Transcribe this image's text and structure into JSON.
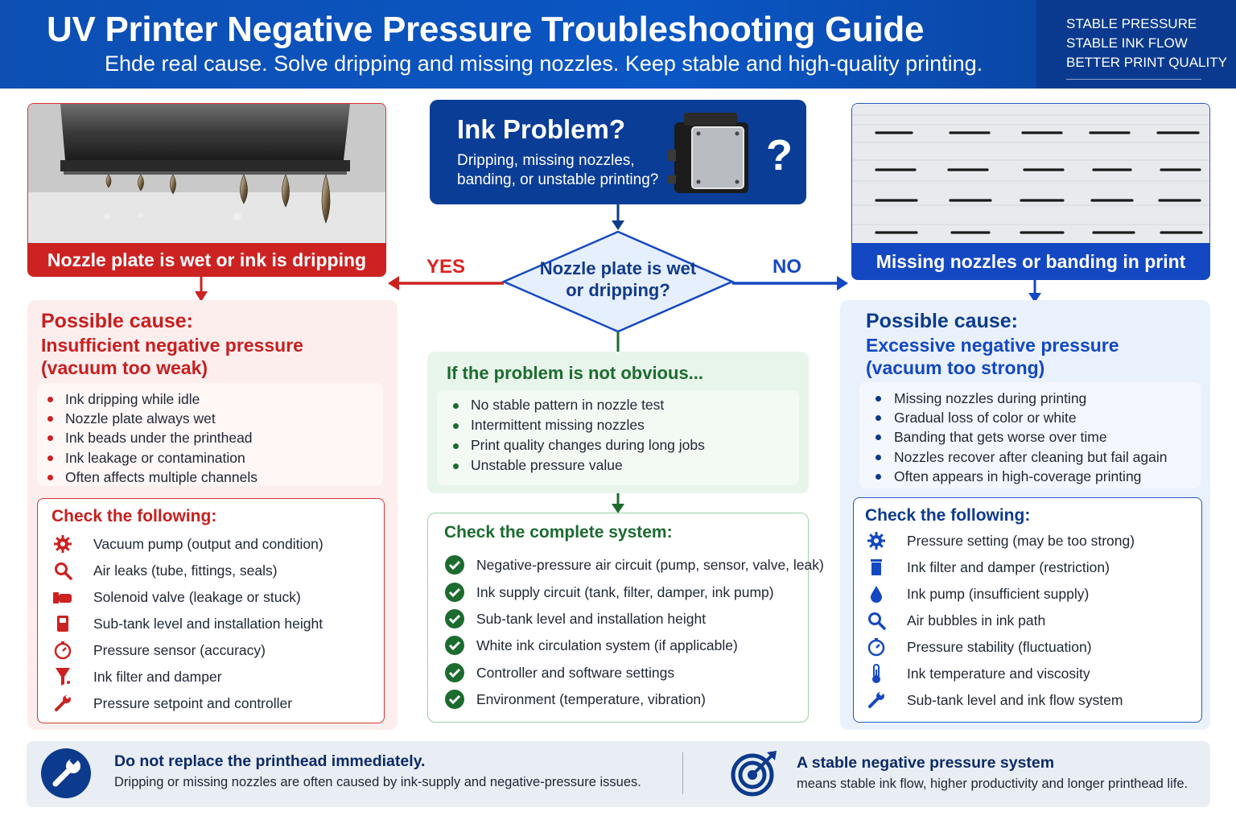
{
  "header": {
    "title": "UV Printer Negative Pressure Troubleshooting Guide",
    "subtitle": "Ehde real cause. Solve dripping and missing nozzles. Keep stable and high-quality printing.",
    "badges": [
      "STABLE PRESSURE",
      "STABLE INK FLOW",
      "BETTER PRINT QUALITY"
    ]
  },
  "problem": {
    "title": "Ink Problem?",
    "text": "Dripping, missing nozzles, banding, or unstable printing?",
    "mark": "?"
  },
  "decision": {
    "question": "Nozzle plate is wet or dripping?",
    "yes": "YES",
    "no": "NO"
  },
  "left": {
    "photo_caption": "Nozzle plate is wet or ink is dripping",
    "cause_heading": "Possible cause:",
    "cause": "Insufficient negative pressure (vacuum too weak)",
    "symptoms": [
      "Ink dripping while idle",
      "Nozzle plate always wet",
      "Ink beads under the printhead",
      "Ink leakage or contamination",
      "Often affects multiple channels"
    ],
    "check_heading": "Check the following:",
    "checks": [
      {
        "icon": "gear-icon",
        "text": "Vacuum pump (output and condition)"
      },
      {
        "icon": "magnifier-icon",
        "text": "Air leaks (tube, fittings, seals)"
      },
      {
        "icon": "valve-icon",
        "text": "Solenoid valve (leakage or stuck)"
      },
      {
        "icon": "tank-icon",
        "text": "Sub-tank level and installation height"
      },
      {
        "icon": "gauge-icon",
        "text": "Pressure sensor (accuracy)"
      },
      {
        "icon": "filter-icon",
        "text": "Ink filter and damper"
      },
      {
        "icon": "wrench-icon",
        "text": "Pressure setpoint and controller"
      }
    ]
  },
  "middle": {
    "not_obvious_heading": "If the problem is not obvious...",
    "not_obvious": [
      "No stable pattern in nozzle test",
      "Intermittent missing nozzles",
      "Print quality changes during long jobs",
      "Unstable pressure value"
    ],
    "complete_heading": "Check the complete system:",
    "complete": [
      "Negative-pressure air circuit (pump, sensor, valve, leak)",
      "Ink supply circuit (tank, filter, damper, ink pump)",
      "Sub-tank level and installation height",
      "White ink circulation system (if applicable)",
      "Controller and software settings",
      "Environment (temperature, vibration)"
    ]
  },
  "right": {
    "photo_caption": "Missing nozzles or banding in print",
    "cause_heading": "Possible cause:",
    "cause": "Excessive negative pressure (vacuum too strong)",
    "symptoms": [
      "Missing nozzles during printing",
      "Gradual loss of color or white",
      "Banding that gets worse over time",
      "Nozzles recover after cleaning but fail again",
      "Often appears in high-coverage printing"
    ],
    "check_heading": "Check the following:",
    "checks": [
      {
        "icon": "gear-icon",
        "text": "Pressure setting (may be too strong)"
      },
      {
        "icon": "filter-icon",
        "text": "Ink filter and damper (restriction)"
      },
      {
        "icon": "drop-icon",
        "text": "Ink pump (insufficient supply)"
      },
      {
        "icon": "magnifier-icon",
        "text": "Air bubbles in ink path"
      },
      {
        "icon": "gauge-icon",
        "text": "Pressure stability (fluctuation)"
      },
      {
        "icon": "thermometer-icon",
        "text": "Ink temperature and viscosity"
      },
      {
        "icon": "wrench-icon",
        "text": "Sub-tank level and ink flow system"
      }
    ]
  },
  "footer": {
    "left_title": "Do not replace the printhead immediately.",
    "left_text": "Dripping or missing nozzles are often caused by ink-supply and negative-pressure issues.",
    "right_title": "A stable negative pressure system",
    "right_text": "means stable ink flow, higher productivity and longer printhead life."
  },
  "colors": {
    "header_blue": "#0a56c4",
    "danger_red": "#cc2222",
    "info_blue": "#1448c2",
    "success_green": "#1c6b2f"
  }
}
